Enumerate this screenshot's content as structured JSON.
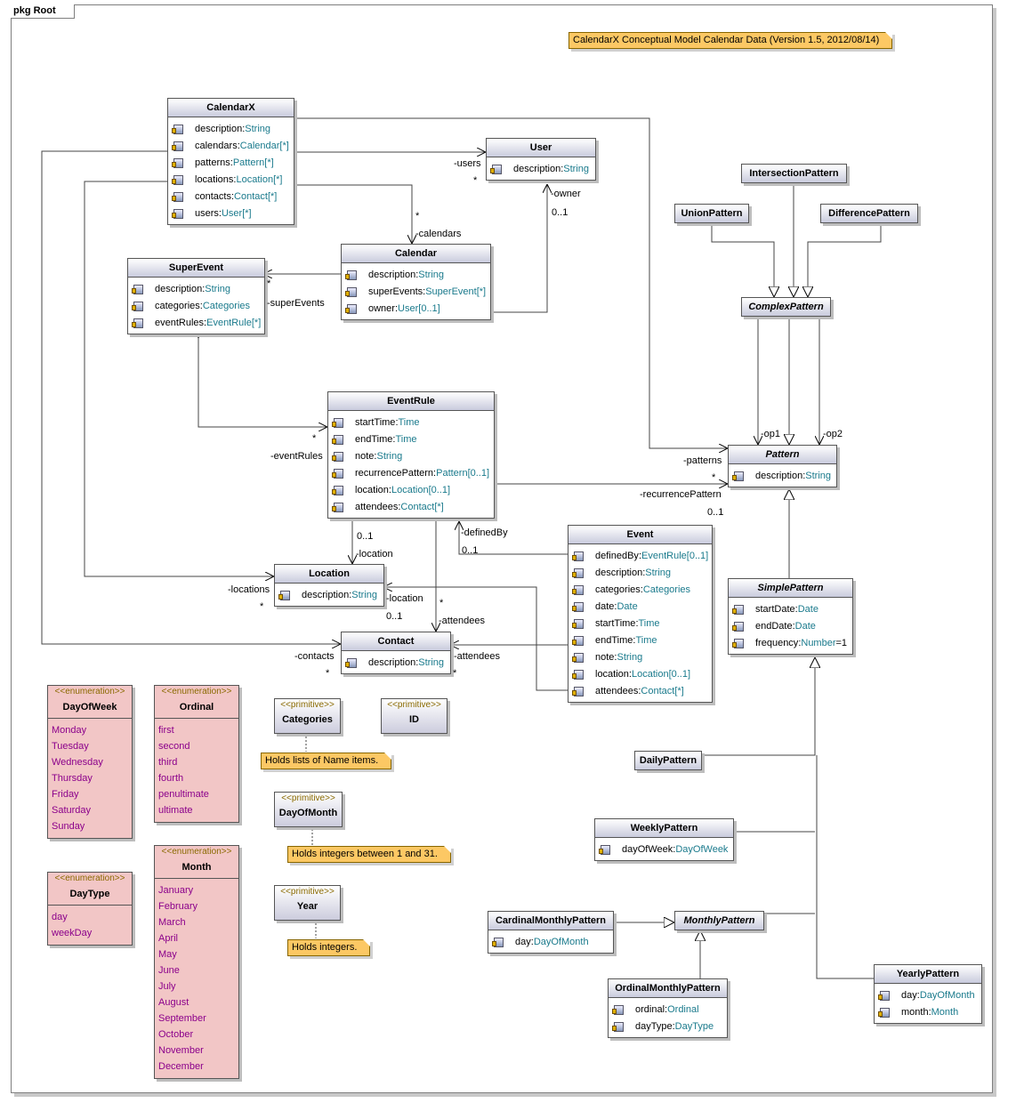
{
  "package_label": "pkg Root",
  "title_note": "CalendarX Conceptual Model Calendar Data (Version 1.5, 2012/08/14)",
  "classes": {
    "calendarx": {
      "name": "CalendarX",
      "attrs": [
        {
          "n": "description",
          "t": "String"
        },
        {
          "n": "calendars",
          "t": "Calendar",
          "m": "[*]"
        },
        {
          "n": "patterns",
          "t": "Pattern",
          "m": "[*]"
        },
        {
          "n": "locations",
          "t": "Location",
          "m": "[*]"
        },
        {
          "n": "contacts",
          "t": "Contact",
          "m": "[*]"
        },
        {
          "n": "users",
          "t": "User",
          "m": "[*]"
        }
      ]
    },
    "user": {
      "name": "User",
      "attrs": [
        {
          "n": "description",
          "t": "String"
        }
      ]
    },
    "calendar": {
      "name": "Calendar",
      "attrs": [
        {
          "n": "description",
          "t": "String"
        },
        {
          "n": "superEvents",
          "t": "SuperEvent",
          "m": "[*]"
        },
        {
          "n": "owner",
          "t": "User",
          "m": "[0..1]"
        }
      ]
    },
    "superevent": {
      "name": "SuperEvent",
      "attrs": [
        {
          "n": "description",
          "t": "String"
        },
        {
          "n": "categories",
          "t": "Categories"
        },
        {
          "n": "eventRules",
          "t": "EventRule",
          "m": "[*]"
        }
      ]
    },
    "eventrule": {
      "name": "EventRule",
      "attrs": [
        {
          "n": "startTime",
          "t": "Time"
        },
        {
          "n": "endTime",
          "t": "Time"
        },
        {
          "n": "note",
          "t": "String"
        },
        {
          "n": "recurrencePattern",
          "t": "Pattern",
          "m": "[0..1]"
        },
        {
          "n": "location",
          "t": "Location",
          "m": "[0..1]"
        },
        {
          "n": "attendees",
          "t": "Contact",
          "m": "[*]"
        }
      ]
    },
    "event": {
      "name": "Event",
      "attrs": [
        {
          "n": "definedBy",
          "t": "EventRule",
          "m": "[0..1]"
        },
        {
          "n": "description",
          "t": "String"
        },
        {
          "n": "categories",
          "t": "Categories"
        },
        {
          "n": "date",
          "t": "Date"
        },
        {
          "n": "startTime",
          "t": "Time"
        },
        {
          "n": "endTime",
          "t": "Time"
        },
        {
          "n": "note",
          "t": "String"
        },
        {
          "n": "location",
          "t": "Location",
          "m": "[0..1]"
        },
        {
          "n": "attendees",
          "t": "Contact",
          "m": "[*]"
        }
      ]
    },
    "location": {
      "name": "Location",
      "attrs": [
        {
          "n": "description",
          "t": "String"
        }
      ]
    },
    "contact": {
      "name": "Contact",
      "attrs": [
        {
          "n": "description",
          "t": "String"
        }
      ]
    },
    "pattern": {
      "name": "Pattern",
      "attrs": [
        {
          "n": "description",
          "t": "String"
        }
      ]
    },
    "simplepattern": {
      "name": "SimplePattern",
      "attrs": [
        {
          "n": "startDate",
          "t": "Date"
        },
        {
          "n": "endDate",
          "t": "Date"
        },
        {
          "n": "frequency",
          "t": "Number",
          "d": "=1"
        }
      ]
    },
    "complexpattern": {
      "name": "ComplexPattern",
      "attrs": []
    },
    "intersectionpattern": {
      "name": "IntersectionPattern",
      "attrs": []
    },
    "unionpattern": {
      "name": "UnionPattern",
      "attrs": []
    },
    "differencepattern": {
      "name": "DifferencePattern",
      "attrs": []
    },
    "dailypattern": {
      "name": "DailyPattern",
      "attrs": []
    },
    "weeklypattern": {
      "name": "WeeklyPattern",
      "attrs": [
        {
          "n": "dayOfWeek",
          "t": "DayOfWeek"
        }
      ]
    },
    "cardinalmonthlypattern": {
      "name": "CardinalMonthlyPattern",
      "attrs": [
        {
          "n": "day",
          "t": "DayOfMonth"
        }
      ]
    },
    "monthlypattern": {
      "name": "MonthlyPattern",
      "attrs": []
    },
    "ordinalmonthlypattern": {
      "name": "OrdinalMonthlyPattern",
      "attrs": [
        {
          "n": "ordinal",
          "t": "Ordinal"
        },
        {
          "n": "dayType",
          "t": "DayType"
        }
      ]
    },
    "yearlypattern": {
      "name": "YearlyPattern",
      "attrs": [
        {
          "n": "day",
          "t": "DayOfMonth"
        },
        {
          "n": "month",
          "t": "Month"
        }
      ]
    }
  },
  "enum_stereotype": "<<enumeration>>",
  "prim_stereotype": "<<primitive>>",
  "enums": {
    "dayofweek": {
      "name": "DayOfWeek",
      "literals": [
        "Monday",
        "Tuesday",
        "Wednesday",
        "Thursday",
        "Friday",
        "Saturday",
        "Sunday"
      ]
    },
    "ordinal": {
      "name": "Ordinal",
      "literals": [
        "first",
        "second",
        "third",
        "fourth",
        "penultimate",
        "ultimate"
      ]
    },
    "daytype": {
      "name": "DayType",
      "literals": [
        "day",
        "weekDay"
      ]
    },
    "month": {
      "name": "Month",
      "literals": [
        "January",
        "February",
        "March",
        "April",
        "May",
        "June",
        "July",
        "August",
        "September",
        "October",
        "November",
        "December"
      ]
    }
  },
  "primitives": {
    "categories": {
      "name": "Categories",
      "note": "Holds lists of Name items."
    },
    "id": {
      "name": "ID"
    },
    "dayofmonth": {
      "name": "DayOfMonth",
      "note": "Holds integers between 1 and 31."
    },
    "year": {
      "name": "Year",
      "note": "Holds integers."
    }
  },
  "labels": {
    "users": "-users",
    "users_mult": "*",
    "owner": "-owner",
    "owner_mult": "0..1",
    "calendars": "-calendars",
    "calendars_mult": "*",
    "superevents": "-superEvents",
    "superevents_mult": "*",
    "eventrules": "-eventRules",
    "eventrules_mult": "*",
    "patterns": "-patterns",
    "patterns_mult": "*",
    "recurrence": "-recurrencePattern",
    "recurrence_mult": "0..1",
    "op1": "-op1",
    "op2": "-op2",
    "definedby": "-definedBy",
    "definedby_mult": "0..1",
    "er_location_mult": "0..1",
    "er_location": "-location",
    "locations": "-locations",
    "locations_mult": "*",
    "ev_location": "-location",
    "ev_location_mult": "0..1",
    "er_attendees_mult": "*",
    "er_attendees": "-attendees",
    "contacts": "-contacts",
    "contacts_mult": "*",
    "ev_attendees": "-attendees",
    "ev_attendees_mult": "*"
  }
}
